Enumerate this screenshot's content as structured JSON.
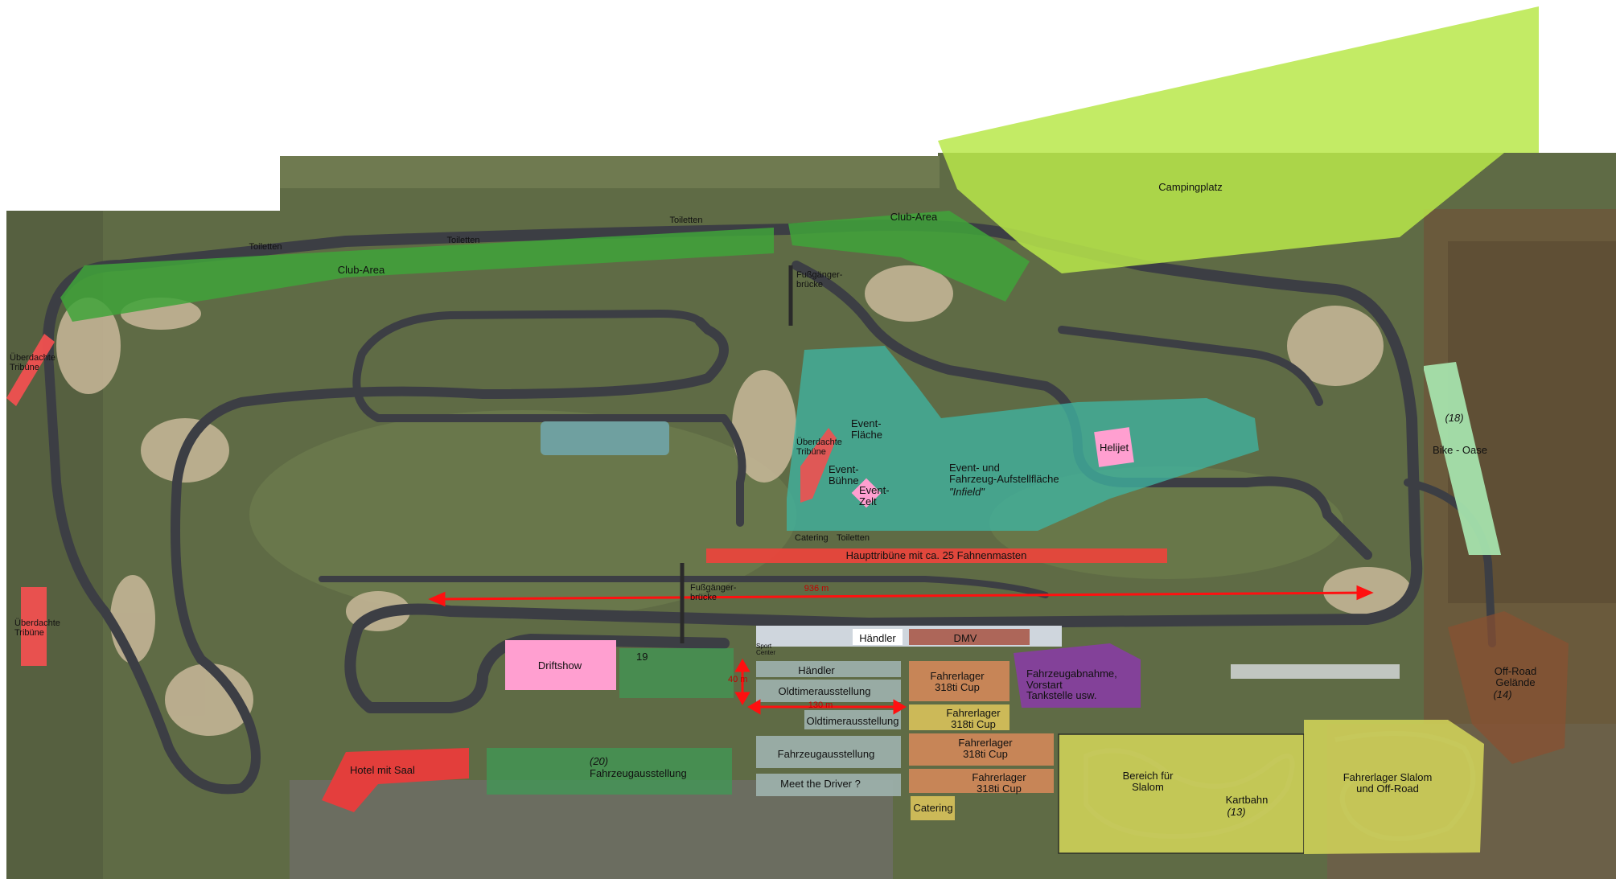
{
  "zones": {
    "campingplatz": "Campingplatz",
    "club_area_left": "Club-Area",
    "club_area_right": "Club-Area",
    "toiletten_1": "Toiletten",
    "toiletten_2": "Toiletten",
    "toiletten_3": "Toiletten",
    "fussgaenger_top": "Fußgänger-\nbrücke",
    "fussgaenger_mid": "Fußgänger-\nbrücke",
    "tribuene_left_top": "Überdachte\nTribüne",
    "tribuene_left_bottom": "Überdachte\nTribüne",
    "tribuene_center": "Überdachte\nTribüne",
    "event_flaeche": "Event-\nFläche",
    "event_buehne": "Event-\nBühne",
    "event_zelt": "Event-\nZelt",
    "helijet": "Helijet",
    "infield_title": "Event- und\nFahrzeug-Aufstellfläche",
    "infield_sub": "\"Infield\"",
    "bike_oase_num": "(18)",
    "bike_oase": "Bike - Oase",
    "catering_top": "Catering",
    "toiletten_top_center": "Toiletten",
    "haupttribuene": "Haupttribüne mit ca. 25 Fahnenmasten",
    "distance_long": "936 m",
    "driftshow": "Driftshow",
    "driftshow_num": "19",
    "haendler_pit": "Händler",
    "dmv": "DMV",
    "haendler_row": "Händler",
    "oldtimer_1": "Oldtimerausstellung",
    "oldtimer_2": "Oldtimerausstellung",
    "fahrzeugausstellung_grey": "Fahrzeugausstellung",
    "meet_driver": "Meet the Driver ?",
    "fahrerlager_1": "Fahrerlager\n318ti Cup",
    "fahrerlager_2": "Fahrerlager\n318ti Cup",
    "fahrerlager_3": "Fahrerlager\n318ti Cup",
    "fahrerlager_4": "Fahrerlager\n318ti Cup",
    "catering_bottom": "Catering",
    "vorstart": "Fahrzeugabnahme,\nVorstart\nTankstelle usw.",
    "offroad": "Off-Road\nGelände",
    "offroad_num": "(14)",
    "hotel": "Hotel mit Saal",
    "fz_green_num": "(20)",
    "fz_green": "Fahrzeugausstellung",
    "slalom": "Bereich für\nSlalom",
    "kartbahn": "Kartbahn",
    "kartbahn_num": "(13)",
    "fahrerlager_slalom": "Fahrerlager Slalom\nund Off-Road",
    "dist_small_v": "40 m",
    "dist_small_h": "130 m",
    "pit_small": "Sport\nCenter"
  },
  "colors": {
    "camping": "#b9e84a",
    "club_area": "#3fa33a",
    "tribune": "#f05050",
    "event": "#3fb3a0",
    "helijet": "#ff9fd0",
    "bike_oase": "#a8e6b0",
    "haupttribuene": "#e8463c",
    "driftshow": "#ff9fd0",
    "grey_zone": "#9fb3ae",
    "fahrerlager": "#d98a5a",
    "fahrerlager_yellow": "#d8c25a",
    "vorstart": "#8a3aa8",
    "offroad": "#8a5030",
    "hotel": "#ef3b3b",
    "slalom": "#d9dc5a",
    "arrow": "#ff1010"
  }
}
